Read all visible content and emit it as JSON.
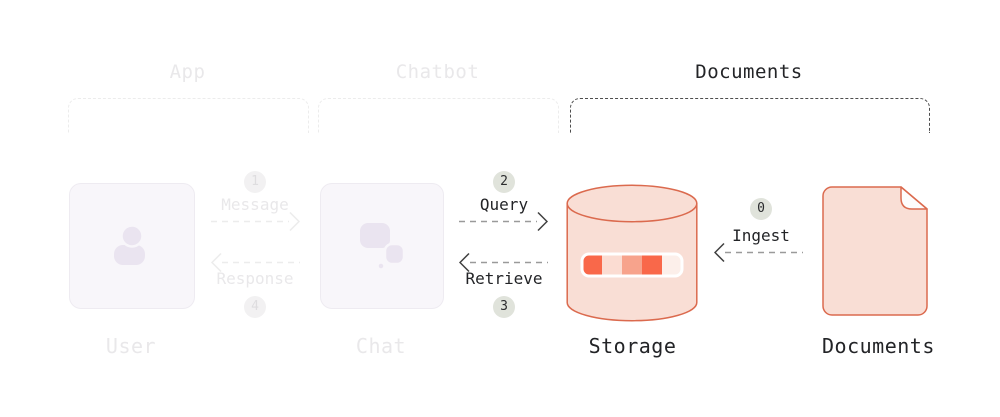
{
  "sections": {
    "app": {
      "label": "App"
    },
    "chatbot": {
      "label": "Chatbot"
    },
    "documents": {
      "label": "Documents"
    }
  },
  "nodes": {
    "user": {
      "label": "User"
    },
    "chat": {
      "label": "Chat"
    },
    "storage": {
      "label": "Storage"
    },
    "documents": {
      "label": "Documents"
    }
  },
  "steps": {
    "message": {
      "badge": "1",
      "label": "Message"
    },
    "query": {
      "badge": "2",
      "label": "Query"
    },
    "retrieve": {
      "badge": "3",
      "label": "Retrieve"
    },
    "response": {
      "badge": "4",
      "label": "Response"
    },
    "ingest": {
      "badge": "0",
      "label": "Ingest"
    }
  },
  "colors": {
    "accent_stroke": "#db6a4e",
    "accent_fill": "#f9ded5",
    "fold_fill": "#fdfcfc",
    "badge_bg": "#e0e3db",
    "badge_text": "#2b2c2e",
    "dark_text": "#232427",
    "faded_text": "#e9e8ea",
    "arrow_dash": "#9a9a9a",
    "arrow_head": "#3f3f3f",
    "faded_arrow": "#ececec",
    "card_bg": "#f8f6fa",
    "icon_fill": "#eae4f0",
    "storage_bar_segments": [
      "#f9684a",
      "#fbdcd2",
      "#f7a38c",
      "#f9684a",
      "#fcefea"
    ]
  }
}
